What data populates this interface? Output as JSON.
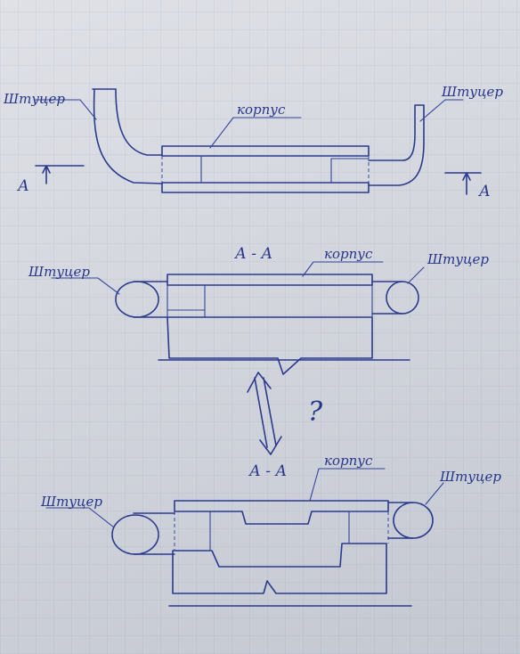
{
  "labels": {
    "top_left_fitting": "Штуцер",
    "top_right_fitting": "Штуцер",
    "top_body": "корпус",
    "section_arrow_left": "А",
    "section_arrow_right": "А",
    "mid_section_title": "А - А",
    "mid_body": "корпус",
    "mid_left_fitting": "Штуцер",
    "mid_right_fitting": "Штуцер",
    "question_mark": "?",
    "bottom_section_title": "А - А",
    "bottom_body": "корпус",
    "bottom_left_fitting": "Штуцер",
    "bottom_right_fitting": "Штуцер"
  },
  "colors": {
    "ink": "#2b3a8f",
    "paper": "#d6d9e0"
  }
}
